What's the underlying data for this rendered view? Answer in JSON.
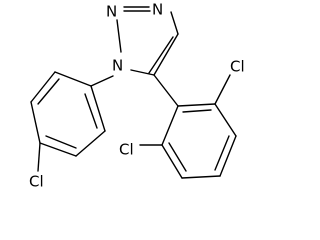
{
  "molecule": {
    "atoms": {
      "triazole_n3": "N",
      "triazole_n2": "N",
      "triazole_n1": "N",
      "cl_aryl_top": "Cl",
      "cl_aryl_bottom": "Cl",
      "cl_para": "Cl"
    }
  }
}
